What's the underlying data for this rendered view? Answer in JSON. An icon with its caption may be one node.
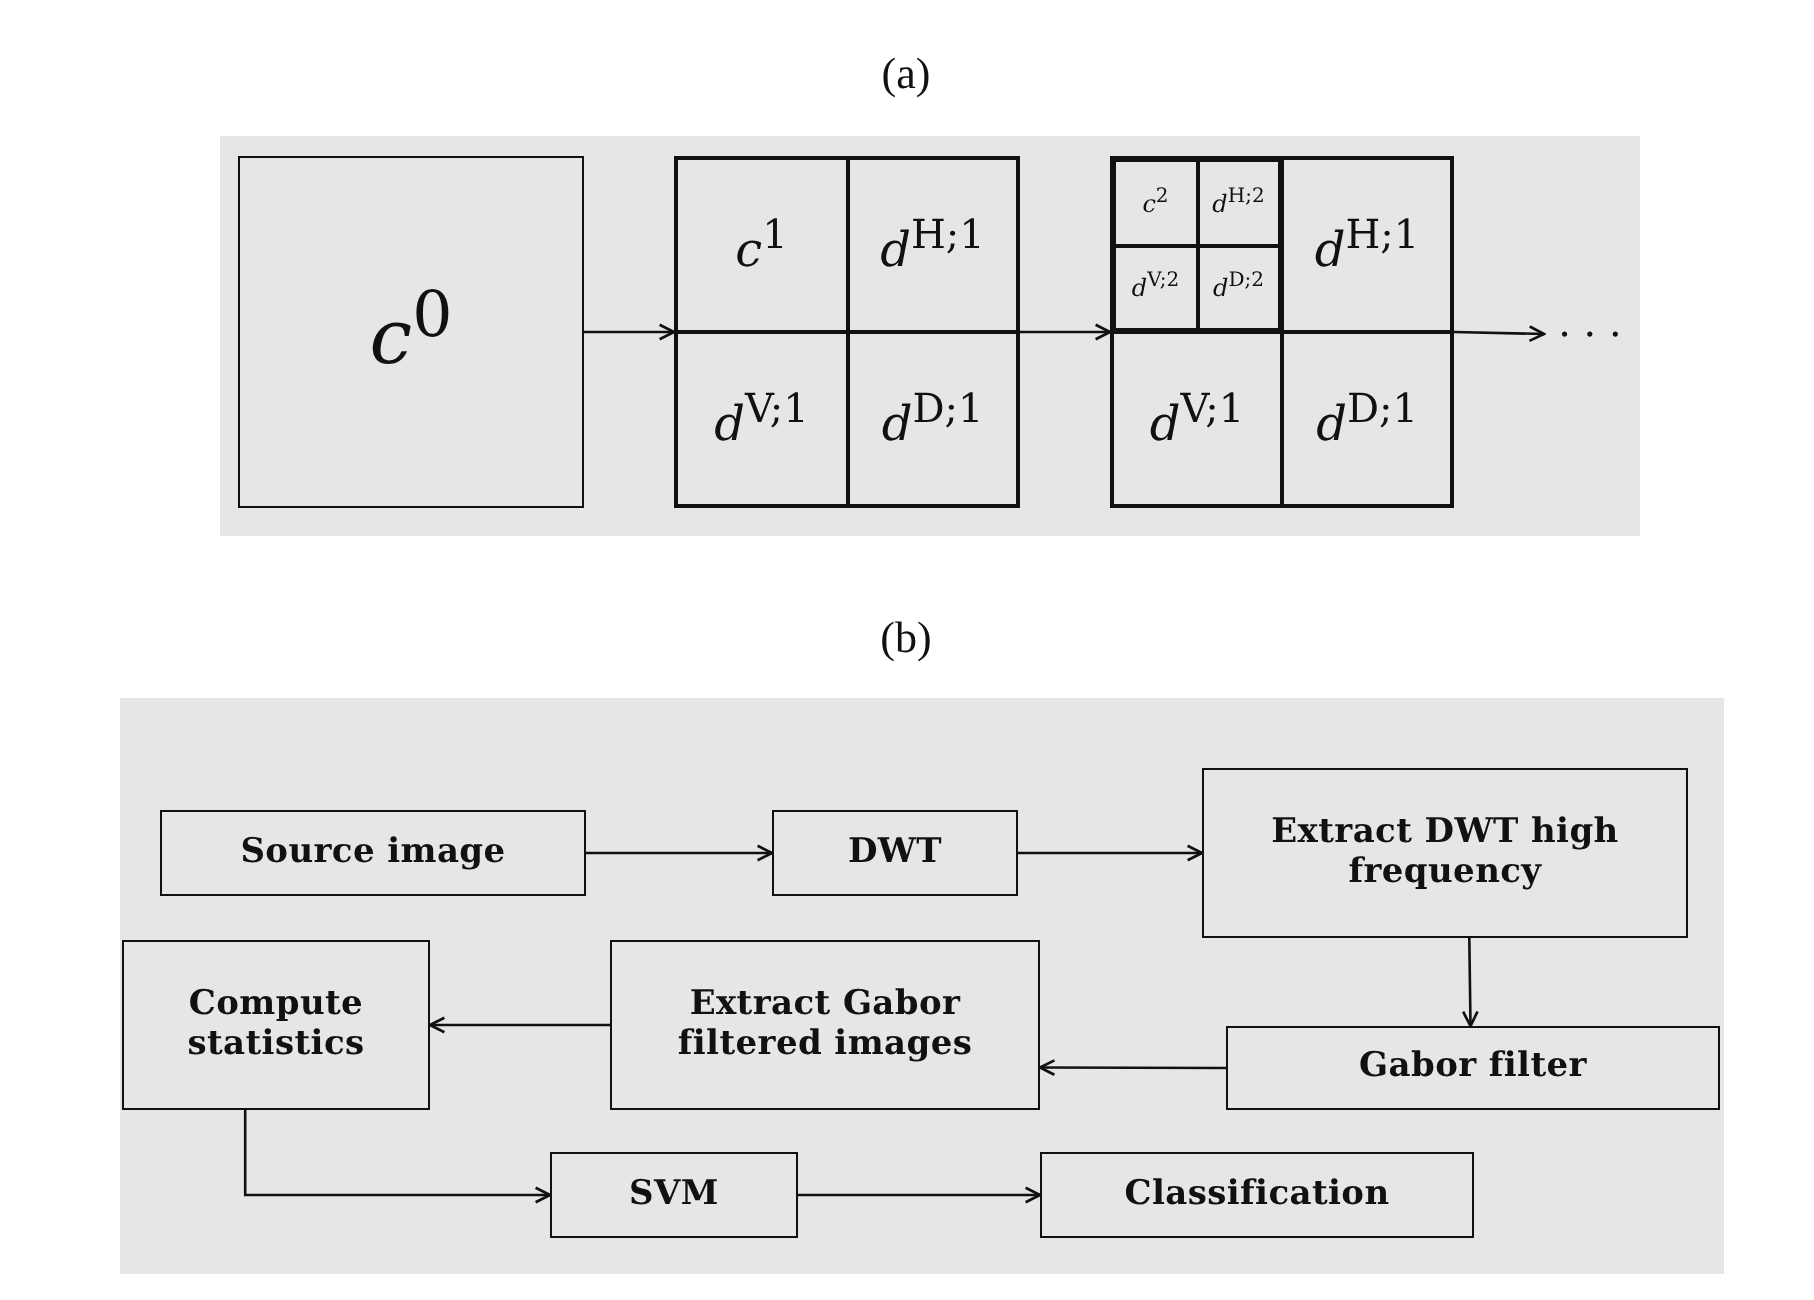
{
  "diagram": {
    "nodes": [
      {
        "text": [
          "*c*$^{0}$"
        ]
      },
      {
        "text": [],
        "shape": "box"
      },
      {
        "text": [
          "*c*$^{1}$"
        ],
        "in": 1
      },
      {
        "text": [
          "*d*$^{H;1}$"
        ],
        "in": 1
      },
      {
        "text": [
          "*d*$^{V;1}$"
        ],
        "in": 1
      },
      {
        "text": [
          "*d*$^{D;1}$"
        ],
        "in": 1
      },
      {
        "text": [],
        "shape": "box"
      },
      {
        "text": [],
        "shape": "box",
        "in": 6
      },
      {
        "text": [
          "*c*$^{2}$"
        ],
        "in": 7
      },
      {
        "text": [
          "*d*$^{H;2}$"
        ],
        "in": 7
      },
      {
        "text": [
          "*d*$^{V;2}$"
        ],
        "in": 7
      },
      {
        "text": [
          "*d*$^{D;2}$"
        ],
        "in": 7
      },
      {
        "text": [
          "*d*$^{H;1}$"
        ],
        "in": 6
      },
      {
        "text": [
          "*d*$^{V;1}$"
        ],
        "in": 6
      },
      {
        "text": [
          "*d*$^{D;1}$"
        ],
        "in": 6
      },
      {
        "text": [
          "· · ·"
        ]
      },
      {
        "text": [
          "Source image"
        ]
      },
      {
        "text": [
          "DWT"
        ]
      },
      {
        "text": [
          "Extract DWT high frequency"
        ]
      },
      {
        "text": [
          "Gabor filter"
        ]
      },
      {
        "text": [
          "Extract Gabor filtered images"
        ]
      },
      {
        "text": [
          "Compute statistics"
        ]
      },
      {
        "text": [
          "SVM"
        ]
      },
      {
        "text": [
          "Classification"
        ]
      }
    ],
    "edges": [
      {
        "from": 0,
        "to": 1,
        "arrow": "to"
      },
      {
        "from": 1,
        "to": 6,
        "arrow": "to"
      },
      {
        "from": 6,
        "to": 15,
        "arrow": "to"
      },
      {
        "from": 16,
        "to": 17,
        "arrow": "to"
      },
      {
        "from": 17,
        "to": 18,
        "arrow": "to"
      },
      {
        "from": 18,
        "to": 19,
        "arrow": "to"
      },
      {
        "from": 19,
        "to": 20,
        "arrow": "to"
      },
      {
        "from": 20,
        "to": 21,
        "arrow": "to"
      },
      {
        "from": 21,
        "to": 22,
        "arrow": "to"
      },
      {
        "from": 22,
        "to": 23,
        "arrow": "to"
      }
    ],
    "labels": [
      "(a)",
      "(b)"
    ]
  }
}
